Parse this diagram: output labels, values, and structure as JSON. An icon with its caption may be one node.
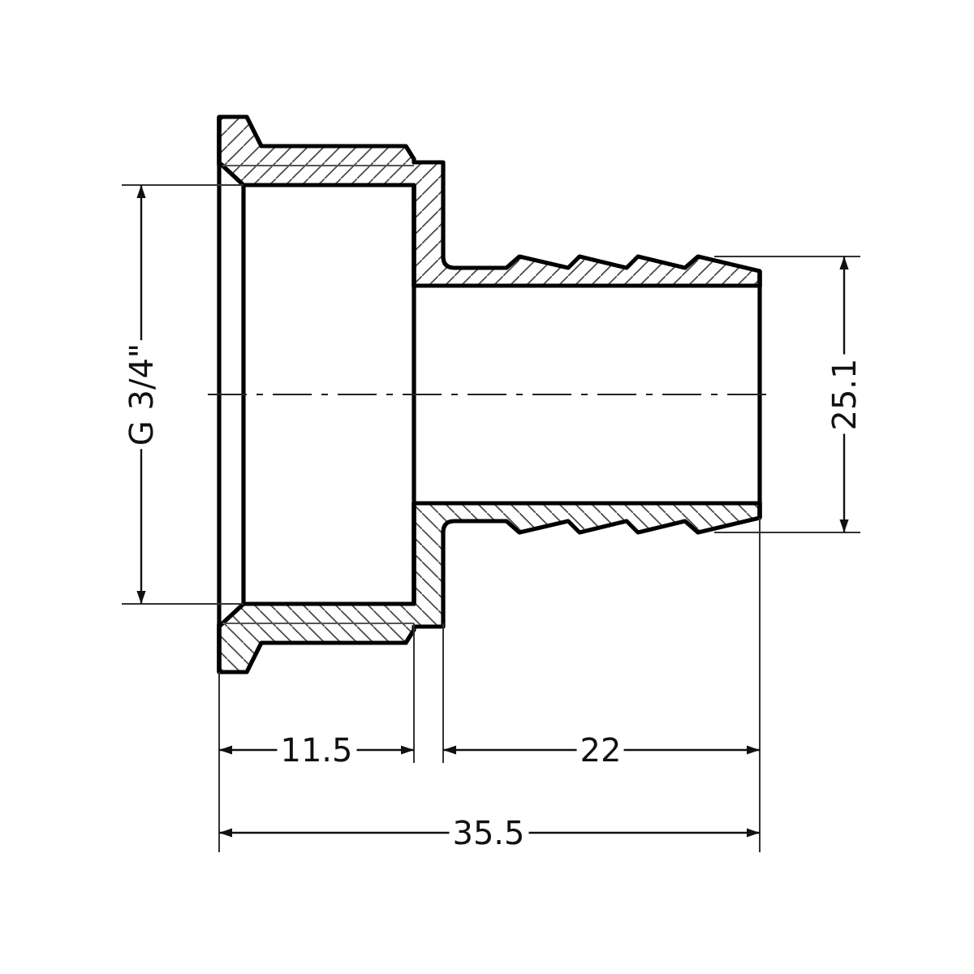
{
  "diagram": {
    "labels": [
      "G 3/4\"",
      "25.1",
      "11.5",
      "22",
      "35.5"
    ]
  }
}
